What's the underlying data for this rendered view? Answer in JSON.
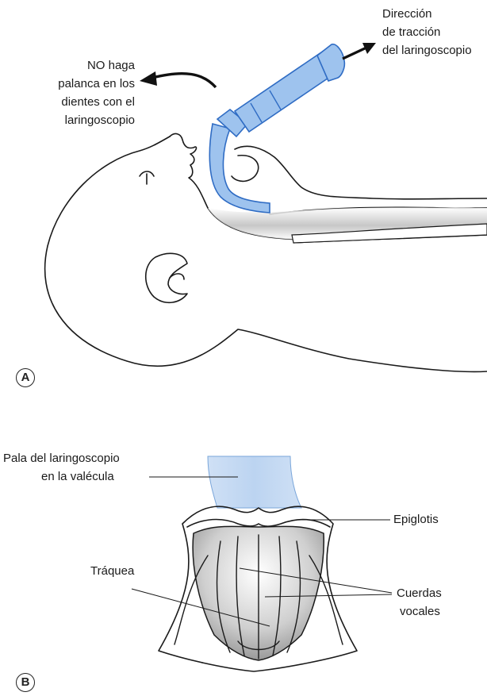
{
  "panel_a": {
    "letter": "A",
    "pull_direction_lines": [
      "Dirección",
      "de tracción",
      "del laringoscopio"
    ],
    "warning_lines": [
      "NO haga",
      "palanca en los",
      "dientes con el",
      "laringoscopio"
    ]
  },
  "panel_b": {
    "letter": "B",
    "blade_lines": [
      "Pala del laringoscopio",
      "en la valécula"
    ],
    "epiglottis": "Epiglotis",
    "trachea": "Tráquea",
    "vocal_cords_lines": [
      "Cuerdas",
      "vocales"
    ]
  },
  "colors": {
    "line": "#1a1a1a",
    "blade_fill": "#9ec3ee",
    "blade_stroke": "#2f6cc4",
    "valve_fill": "#cfdcef",
    "shading": "#9a9a9a"
  }
}
